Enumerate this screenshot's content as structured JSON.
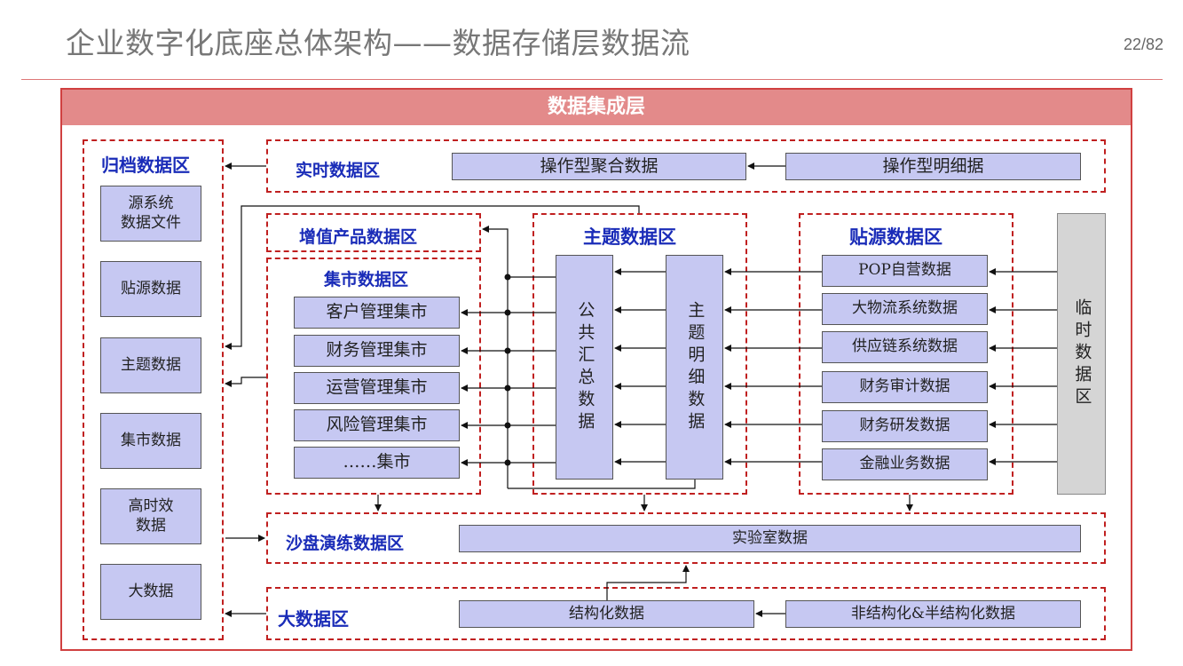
{
  "header": {
    "title": "企业数字化底座总体架构——数据存储层数据流",
    "page": "22/82"
  },
  "banner": "数据集成层",
  "archive": {
    "title": "归档数据区",
    "items": [
      "源系统\n数据文件",
      "贴源数据",
      "主题数据",
      "集市数据",
      "高时效\n数据",
      "大数据"
    ]
  },
  "realtime": {
    "title": "实时数据区",
    "agg": "操作型聚合数据",
    "detail": "操作型明细据"
  },
  "value_added": {
    "title": "增值产品数据区"
  },
  "mart": {
    "title": "集市数据区",
    "items": [
      "客户管理集市",
      "财务管理集市",
      "运营管理集市",
      "风险管理集市",
      "……集市"
    ]
  },
  "subject": {
    "title": "主题数据区",
    "public": "公共汇总数据",
    "detail": "主题明细数据"
  },
  "source": {
    "title": "贴源数据区",
    "items": [
      "POP自营数据",
      "大物流系统数据",
      "供应链系统数据",
      "财务审计数据",
      "财务研发数据",
      "金融业务数据"
    ]
  },
  "temp": {
    "label": "临时数据区"
  },
  "sandbox": {
    "title": "沙盘演练数据区",
    "lab": "实验室数据"
  },
  "bigdata": {
    "title": "大数据区",
    "structured": "结构化数据",
    "unstructured": "非结构化&半结构化数据"
  },
  "colors": {
    "zone_border": "#c02020",
    "box_fill": "#c6c8f2",
    "banner": "#e38a8a",
    "title_blue": "#1a2cb8"
  }
}
